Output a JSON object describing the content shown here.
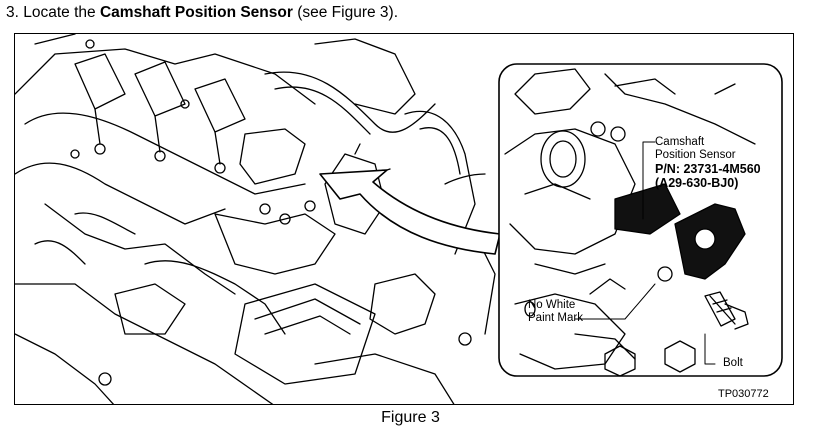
{
  "instruction": {
    "number": "3.",
    "prefix": "Locate the",
    "bold": "Camshaft Position Sensor",
    "suffix": "(see Figure 3)."
  },
  "figure": {
    "caption": "Figure 3",
    "id": "TP030772",
    "callouts": {
      "sensor_name_line1": "Camshaft",
      "sensor_name_line2": "Position Sensor",
      "part_number": "P/N: 23731-4M560",
      "alt_part_number": "(A29-630-BJ0)",
      "paint_line1": "No White",
      "paint_line2": "Paint Mark",
      "bolt": "Bolt"
    }
  }
}
